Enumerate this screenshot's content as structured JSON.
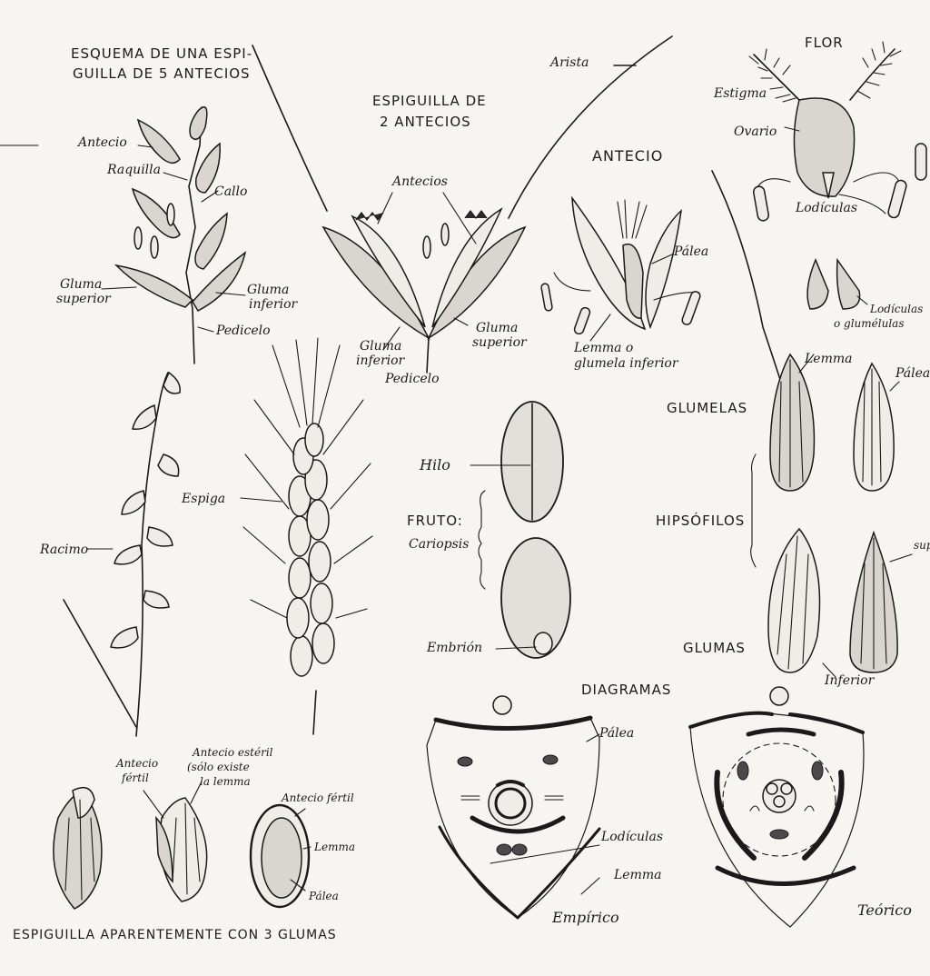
{
  "labels": {
    "esquema_title_1": "ESQUEMA DE UNA ESPI-",
    "esquema_title_2": "GUILLA DE 5 ANTECIOS",
    "antecio": "Antecio",
    "raquilla": "Raquilla",
    "callo": "Callo",
    "gluma_superior_1": "Gluma",
    "gluma_superior_2": "superior",
    "gluma_inferior_1": "Gluma",
    "gluma_inferior_2": "inferior",
    "pedicelo": "Pedicelo",
    "arista": "Arista",
    "espiguilla_title_1": "ESPIGUILLA DE",
    "espiguilla_title_2": "2 ANTECIOS",
    "antecios": "Antecios",
    "gluma_inferior2_1": "Gluma",
    "gluma_inferior2_2": "inferior",
    "gluma_superior2_1": "Gluma",
    "gluma_superior2_2": "superior",
    "pedicelo2": "Pedicelo",
    "antecio_title": "ANTECIO",
    "palea": "Pálea",
    "lemma_o": "Lemma  o",
    "glumela_inferior": "glumela  inferior",
    "flor_title": "FLOR",
    "estigma": "Estigma",
    "ovario": "Ovario",
    "lodiculas": "Lodículas",
    "lodiculas2_1": "Lodículas",
    "lodiculas2_2": "o glumélulas",
    "lemma_right": "Lemma",
    "palea_right": "Pálea",
    "glumelas": "GLUMELAS",
    "hipsofilos": "HIPSÓFILOS",
    "glumas": "GLUMAS",
    "superior": "superior",
    "inferior": "Inferior",
    "racimo": "Racimo",
    "espiga": "Espiga",
    "hilo": "Hilo",
    "fruto": "FRUTO:",
    "cariopsis": "Cariopsis",
    "embrion": "Embrión",
    "diagramas": "DIAGRAMAS",
    "palea_diag": "Pálea",
    "lodiculas_diag": "Lodículas",
    "lemma_diag": "Lemma",
    "empirico": "Empírico",
    "teorico": "Teórico",
    "antecio_fertil_1": "Antecio",
    "antecio_fertil_2": "fértil",
    "antecio_esteril_1": "Antecio estéril",
    "antecio_esteril_2": "(sólo existe",
    "antecio_esteril_3": "la lemma",
    "antecio_fertil_right": "Antecio fértil",
    "lemma_small": "Lemma",
    "palea_small": "Pálea",
    "bottom_caption": "ESPIGUILLA APARENTEMENTE CON 3 GLUMAS"
  }
}
